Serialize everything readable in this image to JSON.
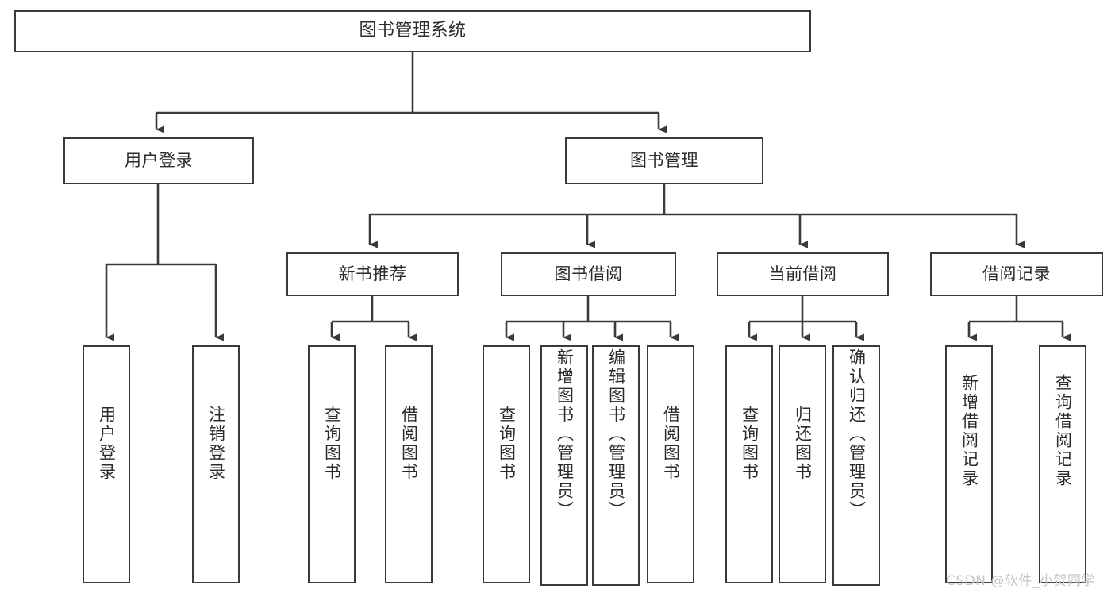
{
  "diagram": {
    "type": "hierarchy-tree",
    "title": "图书管理系统",
    "watermark": "CSDN @软件_小贺同学",
    "colors": {
      "box_border": "#3a3a3a",
      "box_fill": "#ffffff",
      "connector": "#3a3a3a",
      "text": "#2b2b2b",
      "watermark": "#c6c6c6"
    },
    "nodes": {
      "root": {
        "label": "图书管理系统"
      },
      "level1": [
        {
          "id": "user-login",
          "label": "用户登录"
        },
        {
          "id": "book-management",
          "label": "图书管理"
        }
      ],
      "level2": [
        {
          "id": "new-book-recommend",
          "label": "新书推荐"
        },
        {
          "id": "book-borrow",
          "label": "图书借阅"
        },
        {
          "id": "current-borrow",
          "label": "当前借阅"
        },
        {
          "id": "borrow-record",
          "label": "借阅记录"
        }
      ],
      "leaves": {
        "user_login": [
          {
            "id": "user-login-leaf",
            "label": "用户登录"
          },
          {
            "id": "logout-leaf",
            "label": "注销登录"
          }
        ],
        "new_book_recommend": [
          {
            "id": "query-book-1",
            "label": "查询图书"
          },
          {
            "id": "borrow-book-1",
            "label": "借阅图书"
          }
        ],
        "book_borrow": [
          {
            "id": "query-book-2",
            "label": "查询图书"
          },
          {
            "id": "add-book",
            "label": "新增图书（管理员）"
          },
          {
            "id": "edit-book",
            "label": "编辑图书（管理员）"
          },
          {
            "id": "borrow-book-2",
            "label": "借阅图书"
          }
        ],
        "current_borrow": [
          {
            "id": "query-book-3",
            "label": "查询图书"
          },
          {
            "id": "return-book",
            "label": "归还图书"
          },
          {
            "id": "confirm-return",
            "label": "确认归还（管理员）"
          }
        ],
        "borrow_record": [
          {
            "id": "add-borrow-record",
            "label": "新增借阅记录"
          },
          {
            "id": "query-borrow-record",
            "label": "查询借阅记录"
          }
        ]
      }
    }
  }
}
